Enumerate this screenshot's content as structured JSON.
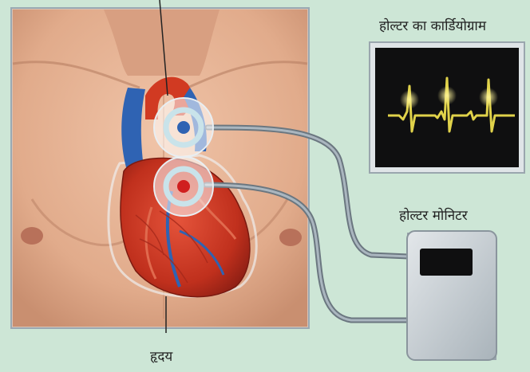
{
  "labels": {
    "ecg_title": "होल्टर का कार्डियोग्राम",
    "monitor": "होल्टर मोनिटर",
    "heart": "हृदय"
  },
  "colors": {
    "background": "#cde6d6",
    "skin": "#e6b497",
    "heart_red": "#c9321e",
    "vein_blue": "#2f63b3",
    "ecg_trace": "#e0d24a",
    "ecg_screen": "#0f0f10",
    "cable": "#7f8c96",
    "monitor_body": "#c7ced3"
  },
  "icons": [
    "chest-illustration",
    "heart-illustration",
    "electrode-pad",
    "ecg-waveform",
    "holter-monitor-device"
  ]
}
